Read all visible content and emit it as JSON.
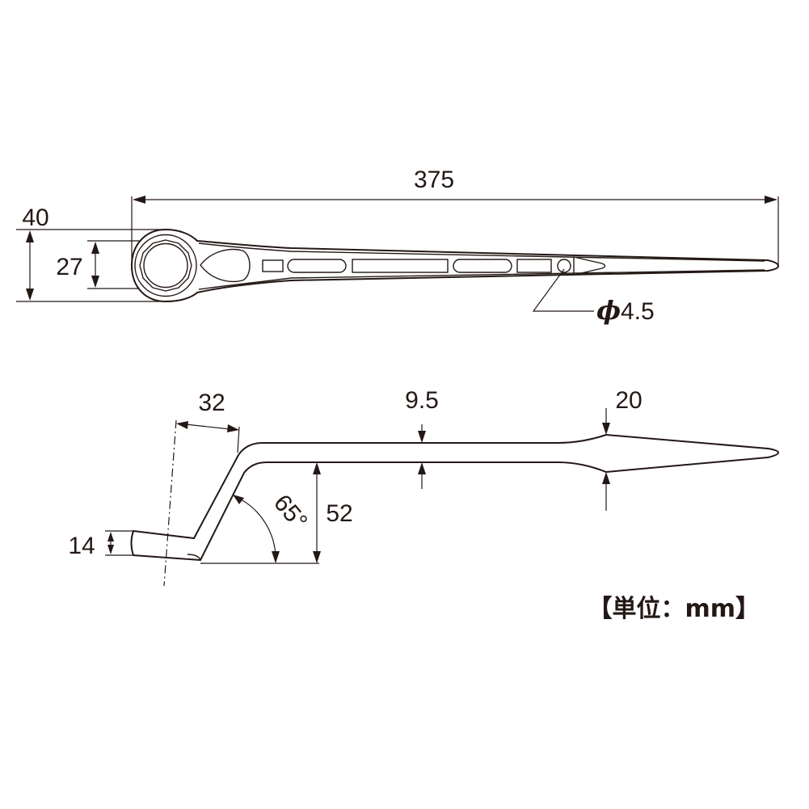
{
  "top_view": {
    "overall_length": "375",
    "head_outer_width": "40",
    "head_inner_width": "27",
    "hole_diameter_symbol": "ϕ",
    "hole_diameter": "4.5"
  },
  "side_view": {
    "offset_length": "32",
    "shank_thickness": "9.5",
    "tip_height": "20",
    "offset_height": "52",
    "angle": "65°",
    "head_thickness": "14"
  },
  "unit_note": "【単位：mm】"
}
